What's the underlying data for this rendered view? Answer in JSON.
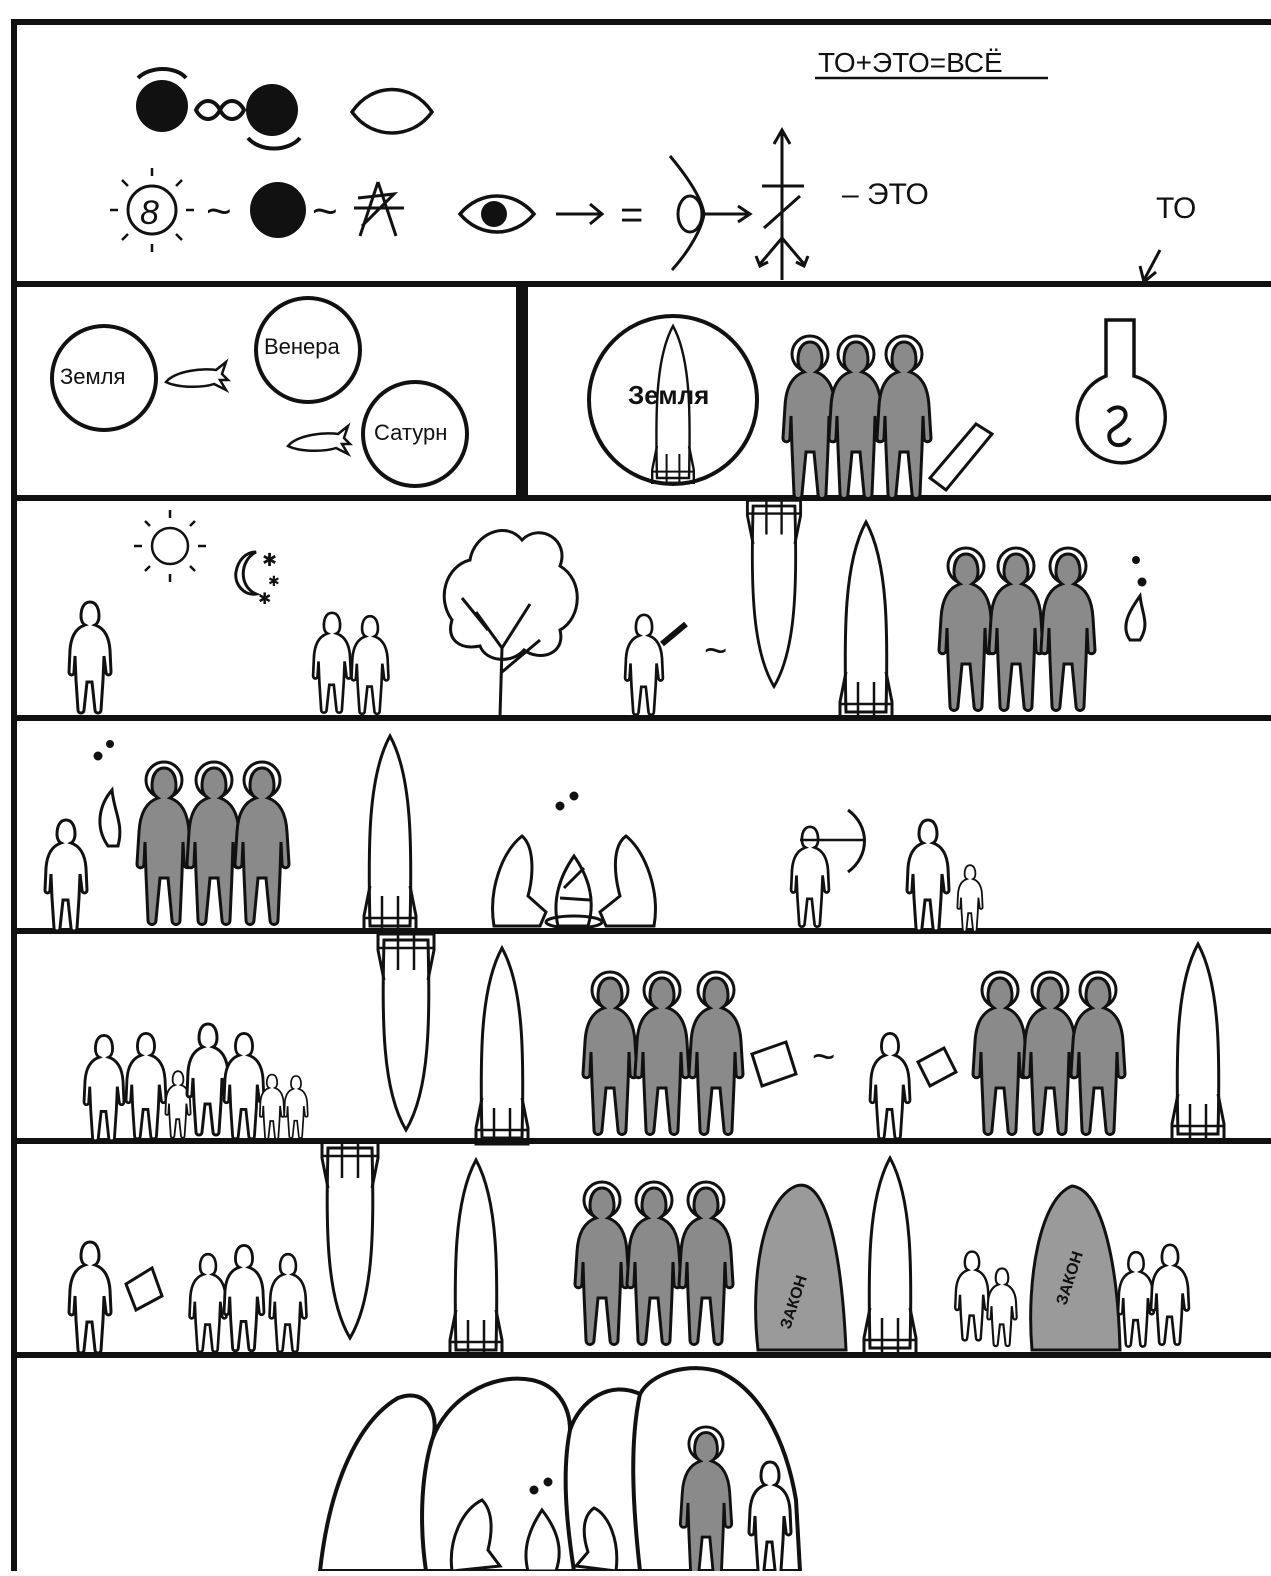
{
  "header": {
    "formula": "ТО+ЭТО=ВСЁ",
    "eto_label": "– ЭТО",
    "to_label": "ТО"
  },
  "planets": {
    "earth_left": "Земля",
    "venus": "Венера",
    "saturn": "Сатурн",
    "earth_right": "Земля"
  },
  "stones": {
    "left": "ЗАКОН",
    "right": "ЗАКОН"
  },
  "palette": {
    "ink": "#111111",
    "figure_light": "#ffffff",
    "figure_dark": "#8a8a8a",
    "stone": "#9a9a9a",
    "paper": "#ffffff"
  },
  "icons": [
    "eclipse-icon",
    "infinity-icon",
    "eye-icon",
    "sun-icon",
    "moon-stars-icon",
    "rocket-icon",
    "tree-icon",
    "flask-embryo-icon",
    "halo-figure-icon",
    "human-figure-icon",
    "law-stone-icon",
    "cave-icon"
  ]
}
